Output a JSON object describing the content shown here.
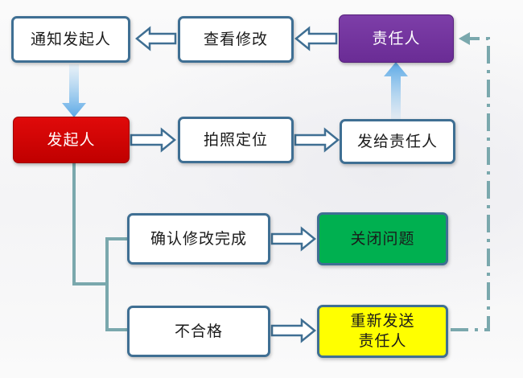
{
  "nodes": {
    "notify_initiator": "通知发起人",
    "view_fix": "查看修改",
    "responsible": "责任人",
    "initiator": "发起人",
    "photo_locate": "拍照定位",
    "send_to_responsible": "发给责任人",
    "confirm_fix_done": "确认修改完成",
    "close_issue": "关闭问题",
    "not_qualified": "不合格",
    "resend_responsible": "重新发送\n责任人"
  },
  "colors": {
    "box_border": "#3f6f93",
    "initiator_fill": "#c00000",
    "responsible_fill": "#7030a0",
    "close_fill": "#00b050",
    "resend_fill": "#ffff00",
    "connector": "#7aa8ad",
    "feedback_dash": "#7aa8ad",
    "arrow_blue": "#8ec6ee"
  }
}
